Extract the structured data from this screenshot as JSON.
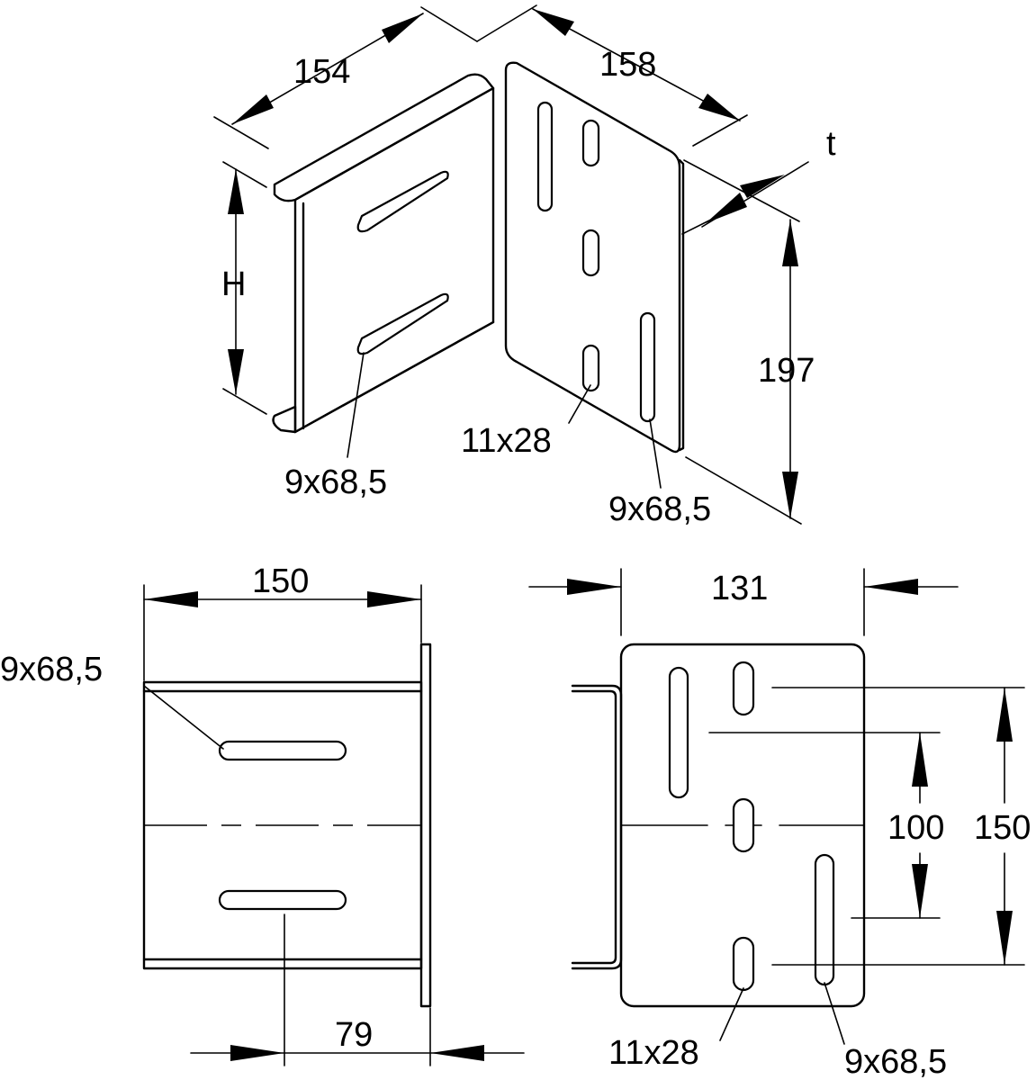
{
  "iso": {
    "width": "154",
    "depth": "158",
    "thickness": "t",
    "height_symbol": "H",
    "plate_height": "197",
    "slot_side": "9x68,5",
    "slot_plate_round": "11x28",
    "slot_plate_long": "9x68,5"
  },
  "side": {
    "width": "150",
    "slot": "9x68,5",
    "offset": "79"
  },
  "front": {
    "width": "131",
    "pitch_small": "100",
    "pitch_large": "150",
    "slot_round": "11x28",
    "slot_long": "9x68,5"
  }
}
